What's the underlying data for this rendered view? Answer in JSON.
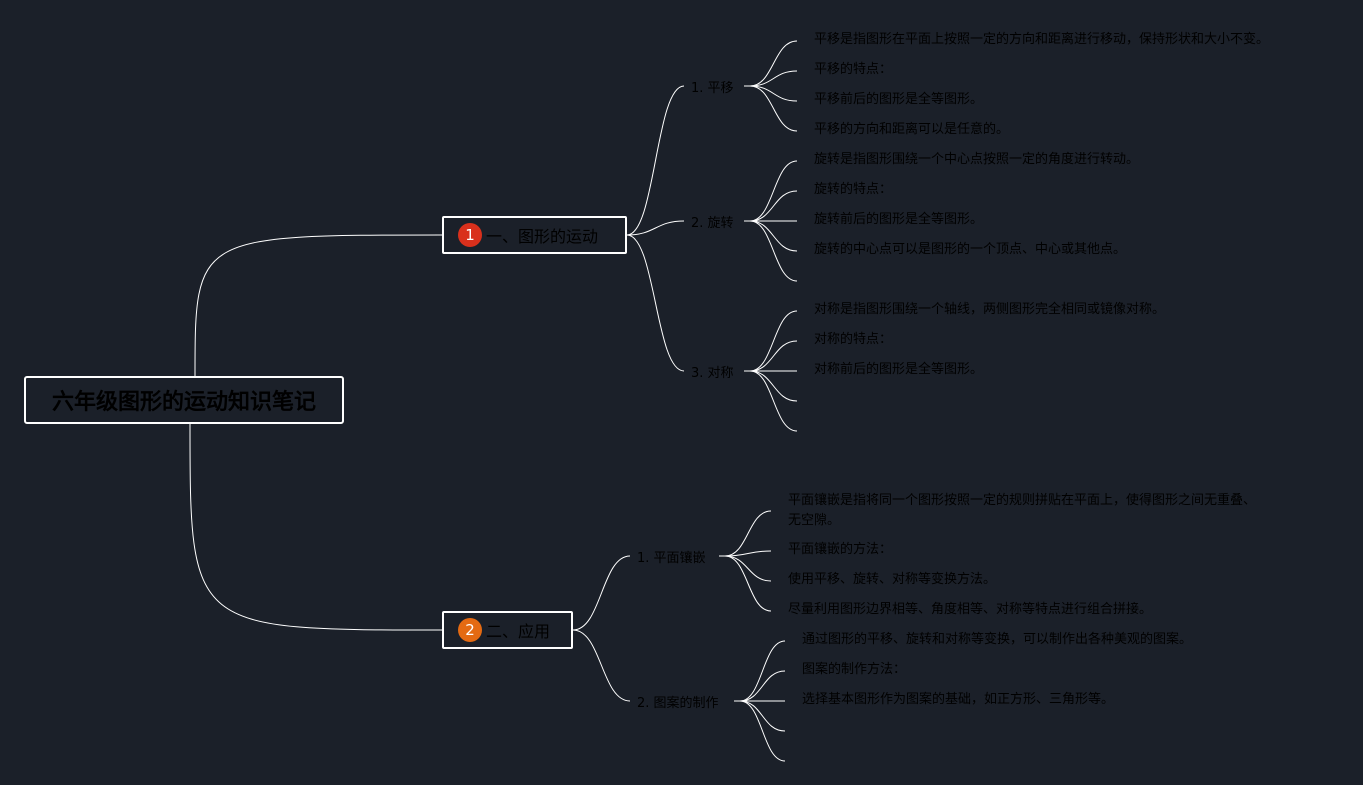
{
  "root": {
    "title": "六年级图形的运动知识笔记"
  },
  "branches": [
    {
      "index": "1",
      "badge_color": "#d9301c",
      "label": "一、图形的运动",
      "children": [
        {
          "label": "1. 平移",
          "items": [
            "平移是指图形在平面上按照一定的方向和距离进行移动，保持形状和大小不变。",
            "平移的特点：",
            "平移前后的图形是全等图形。",
            "平移的方向和距离可以是任意的。"
          ]
        },
        {
          "label": "2. 旋转",
          "items": [
            "旋转是指图形围绕一个中心点按照一定的角度进行转动。",
            "旋转的特点：",
            "旋转前后的图形是全等图形。",
            "旋转的中心点可以是图形的一个顶点、中心或其他点。",
            ""
          ]
        },
        {
          "label": "3. 对称",
          "items": [
            "对称是指图形围绕一个轴线，两侧图形完全相同或镜像对称。",
            "对称的特点：",
            "对称前后的图形是全等图形。",
            "",
            ""
          ]
        }
      ]
    },
    {
      "index": "2",
      "badge_color": "#e46a12",
      "label": "二、应用",
      "children": [
        {
          "label": "1. 平面镶嵌",
          "items": [
            "平面镶嵌是指将同一个图形按照一定的规则拼贴在平面上，使得图形之间无重叠、无空隙。",
            "平面镶嵌的方法：",
            "使用平移、旋转、对称等变换方法。",
            "尽量利用图形边界相等、角度相等、对称等特点进行组合拼接。"
          ]
        },
        {
          "label": "2. 图案的制作",
          "items": [
            "通过图形的平移、旋转和对称等变换，可以制作出各种美观的图案。",
            "图案的制作方法：",
            "选择基本图形作为图案的基础，如正方形、三角形等。",
            "",
            ""
          ]
        }
      ]
    }
  ]
}
